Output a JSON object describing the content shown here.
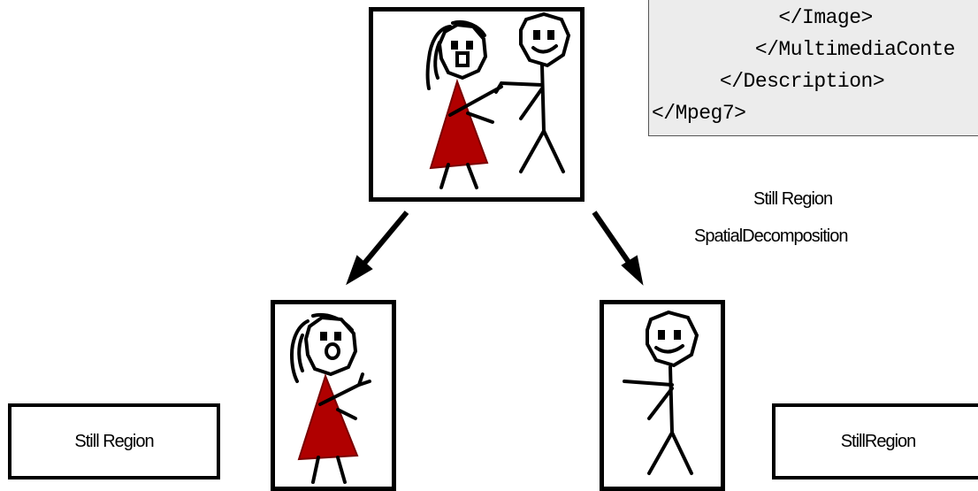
{
  "code_lines": [
    "        </Image>",
    "      </MultimediaConte",
    "   </Description>",
    "</Mpeg7>"
  ],
  "decomposition_label": {
    "line1": "Still Region",
    "line2": "SpatialDecomposition"
  },
  "left_region_label": "Still Region",
  "right_region_label": "StillRegion",
  "colors": {
    "dress": "#b00000",
    "frame": "#000000",
    "code_background": "#ececec"
  }
}
